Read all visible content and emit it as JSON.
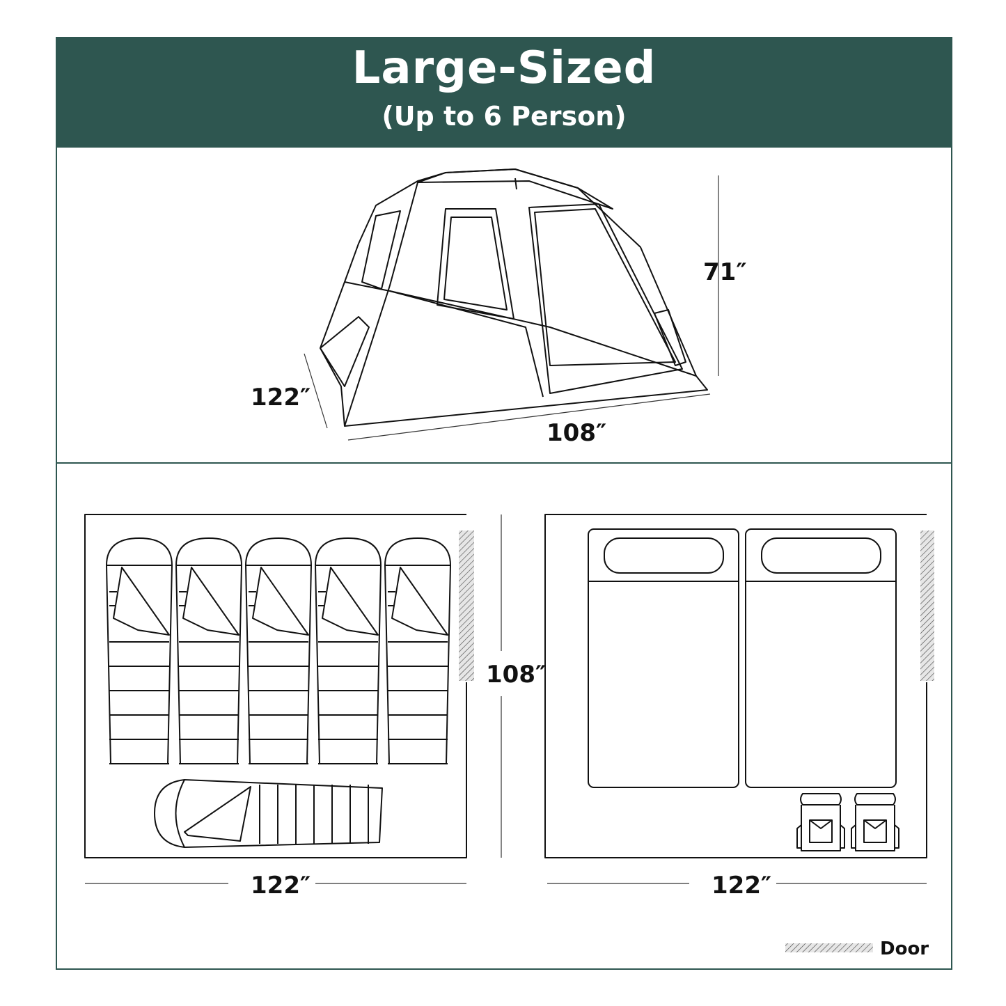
{
  "header": {
    "title": "Large-Sized",
    "subtitle": "(Up to 6 Person)"
  },
  "tent_view": {
    "height": "71″",
    "depth": "122″",
    "width": "108″"
  },
  "sleeping_bag_layout": {
    "height": "108″",
    "width": "122″",
    "bag_count": 6
  },
  "mattress_layout": {
    "width": "122″",
    "mattress_count": 2,
    "backpack_count": 2
  },
  "legend": {
    "door_label": "Door"
  },
  "colors": {
    "brand": "#2e5650",
    "door_hatch": "#e6e6e6"
  }
}
